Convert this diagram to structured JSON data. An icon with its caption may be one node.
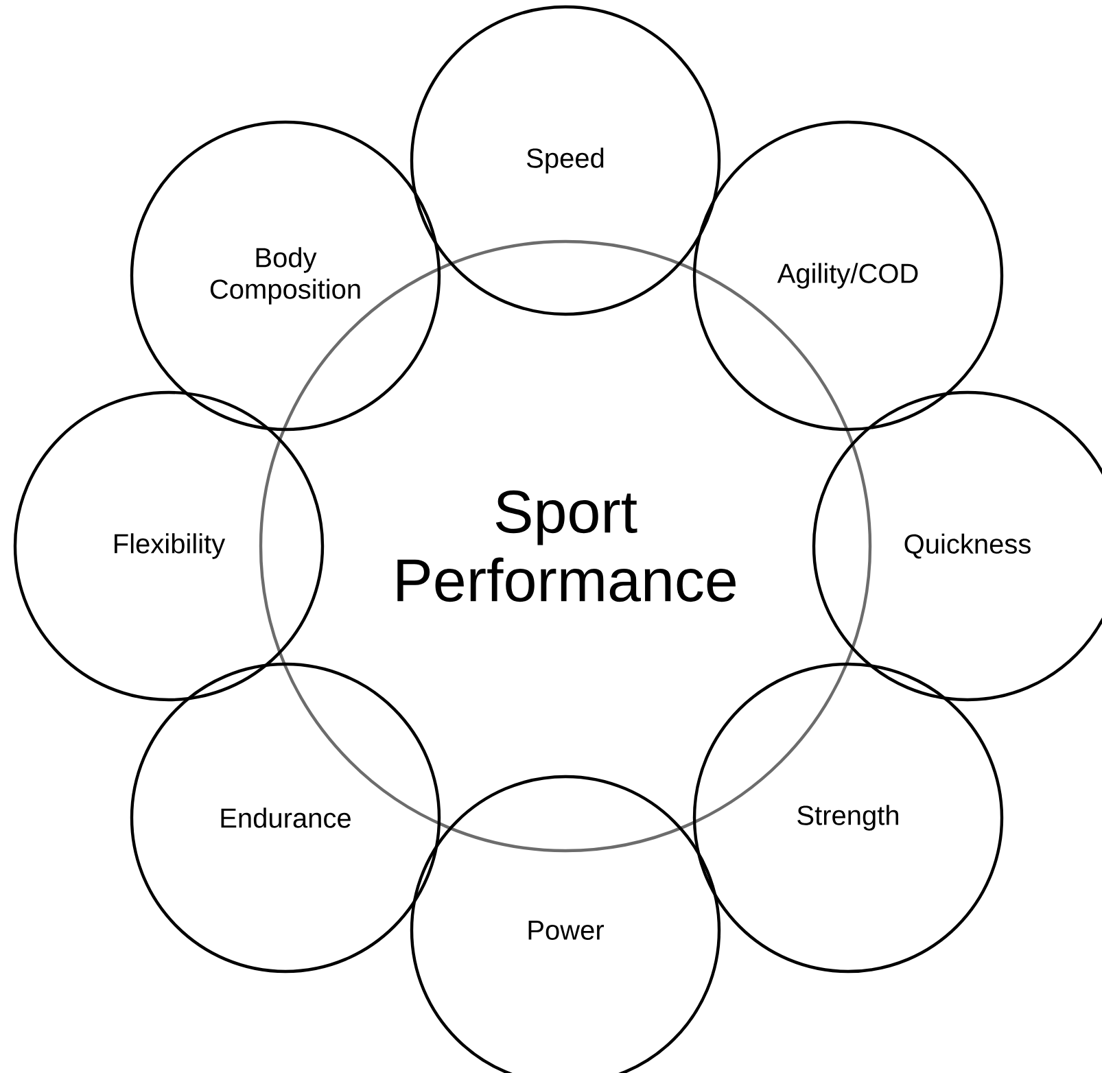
{
  "diagram": {
    "nodes": [
      {
        "text": [
          "Sport Performance"
        ]
      },
      {
        "text": [
          "Speed"
        ]
      },
      {
        "text": [
          "Agility/COD"
        ]
      },
      {
        "text": [
          "Quickness"
        ]
      },
      {
        "text": [
          "Strength"
        ]
      },
      {
        "text": [
          "Power"
        ]
      },
      {
        "text": [
          "Endurance"
        ]
      },
      {
        "text": [
          "Flexibility"
        ]
      },
      {
        "text": [
          "Body Composition"
        ]
      }
    ]
  }
}
